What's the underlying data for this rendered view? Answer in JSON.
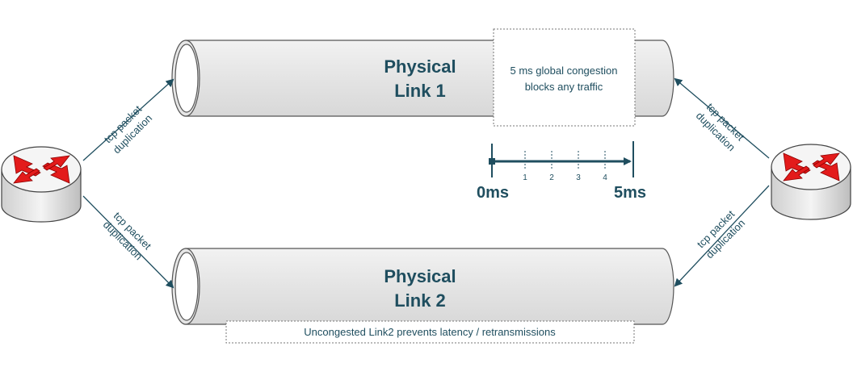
{
  "links": [
    {
      "line1": "Physical",
      "line2": "Link 1"
    },
    {
      "line1": "Physical",
      "line2": "Link 2"
    }
  ],
  "congestion_box": {
    "line1": "5 ms global congestion",
    "line2": "blocks any traffic"
  },
  "link2_note": "Uncongested Link2 prevents latency / retransmissions",
  "duplication_label": {
    "line1": "tcp packet",
    "line2": "duplication"
  },
  "timeline": {
    "start_label": "0ms",
    "end_label": "5ms",
    "ticks": [
      "1",
      "2",
      "3",
      "4"
    ]
  },
  "colors": {
    "text": "#1f4e5f",
    "arrow": "#1f4e5f",
    "router_arrow": "#e31b1b",
    "pipe_fill": "#e8e8e8"
  }
}
